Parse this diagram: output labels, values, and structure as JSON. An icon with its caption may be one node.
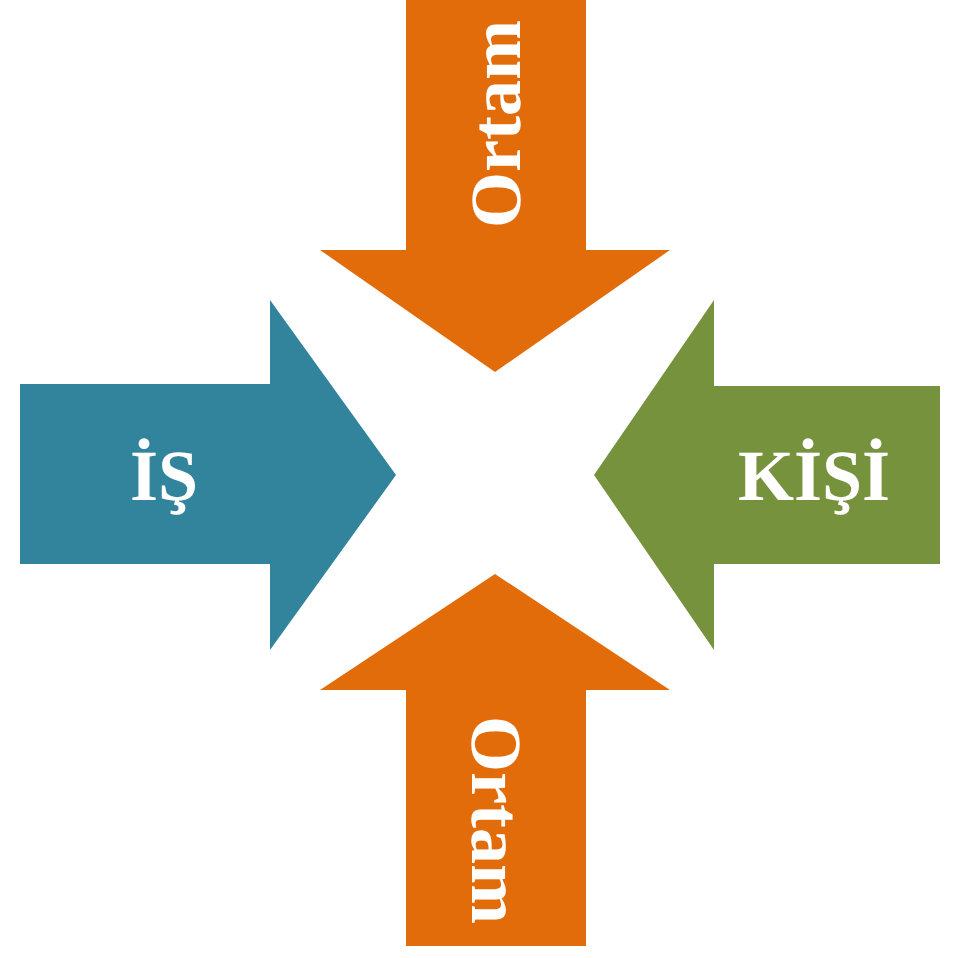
{
  "diagram": {
    "nodes": [
      {
        "text": [
          "Ortam"
        ]
      },
      {
        "text": [
          "İŞ"
        ]
      },
      {
        "text": [
          "KİŞİ"
        ]
      },
      {
        "text": [
          "Ortam"
        ]
      }
    ]
  }
}
